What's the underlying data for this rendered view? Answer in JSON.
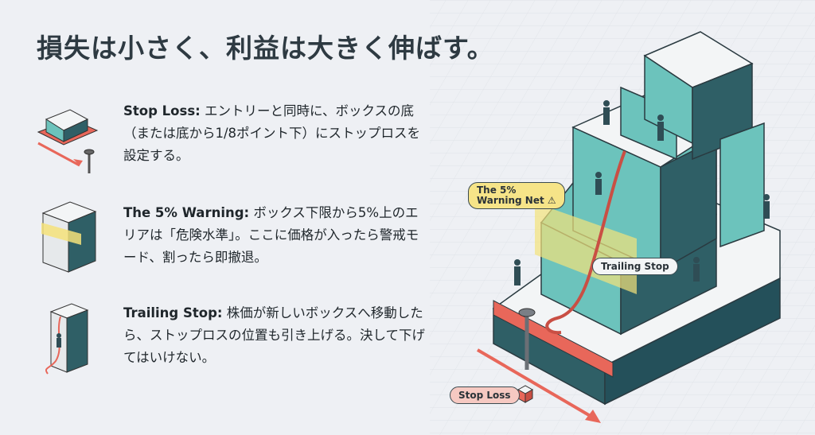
{
  "title": "損失は小さく、利益は大きく伸ばす。",
  "items": [
    {
      "heading": "Stop Loss:",
      "body": "エントリーと同時に、ボックスの底（または底から1/8ポイント下）にストップロスを設定する。",
      "icon": "block-with-stake-icon"
    },
    {
      "heading": "The 5% Warning:",
      "body": "ボックス下限から5%上のエリアは「危険水準」。ここに価格が入ったら警戒モード、割ったら即撤退。",
      "icon": "warning-band-block-icon"
    },
    {
      "heading": "Trailing Stop:",
      "body": "株価が新しいボックスへ移動したら、ストップロスの位置も引き上げる。決して下げてはいけない。",
      "icon": "climber-rope-icon"
    }
  ],
  "illustration": {
    "warning_label_line1": "The 5%",
    "warning_label_line2": "Warning Net",
    "trailing_label": "Trailing Stop",
    "stoploss_label": "Stop Loss",
    "colors": {
      "teal": "#6cc3bc",
      "dark_teal": "#2f5f66",
      "red": "#e8675a",
      "yellow": "#f4e27a",
      "top": "#f3f5f6"
    }
  }
}
